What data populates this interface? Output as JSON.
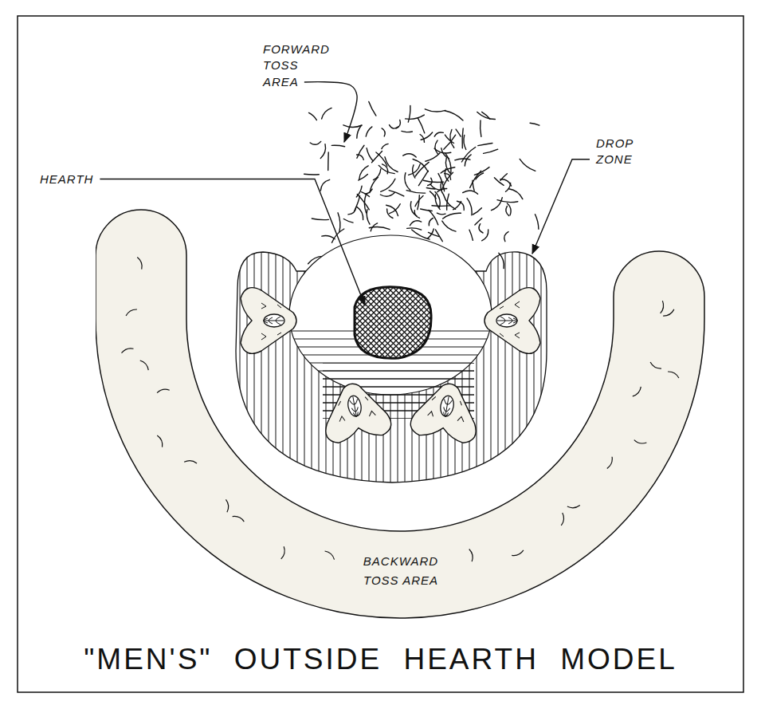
{
  "diagram": {
    "title": "\"MEN'S\" OUTSIDE HEARTH MODEL",
    "nodes": [
      {
        "text": [
          "BACKWARD TOSS AREA"
        ]
      }
    ],
    "labels": [
      "FORWARD TOSS AREA",
      "HEARTH",
      "DROP ZONE"
    ]
  }
}
